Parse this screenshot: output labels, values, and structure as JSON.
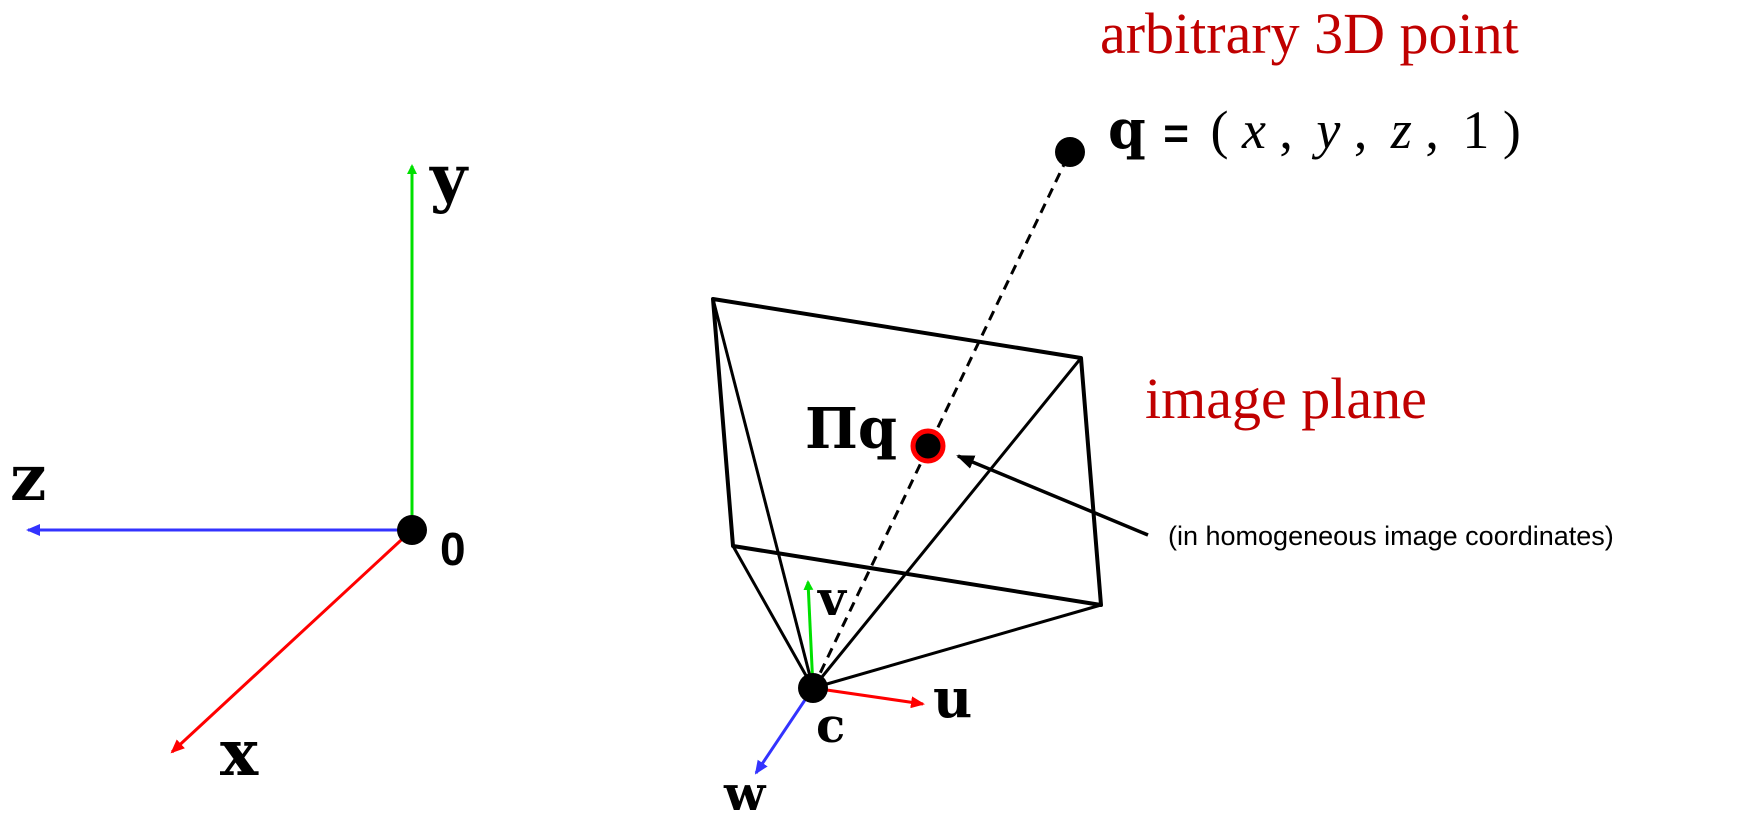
{
  "colors": {
    "x_axis": "#ff0000",
    "y_axis": "#00e000",
    "z_axis": "#3333ff",
    "label_red": "#c00000",
    "stroke": "#000000",
    "projected_point_ring": "#ff0000"
  },
  "world_frame": {
    "y_label": "y",
    "z_label": "z",
    "x_label": "x",
    "origin_label": "0"
  },
  "camera_frame": {
    "u_label": "u",
    "v_label": "v",
    "w_label": "w",
    "center_label": "c"
  },
  "point": {
    "q_label": "q",
    "equals": "=",
    "open_paren": "(",
    "coord_x": "x",
    "coord_y": "y",
    "coord_z": "z",
    "coord_w": "1",
    "close_paren": ")",
    "comma": ",",
    "heading": "arbitrary 3D point"
  },
  "projection": {
    "label": "Πq",
    "plane_heading": "image plane",
    "note": "(in homogeneous image coordinates)"
  }
}
